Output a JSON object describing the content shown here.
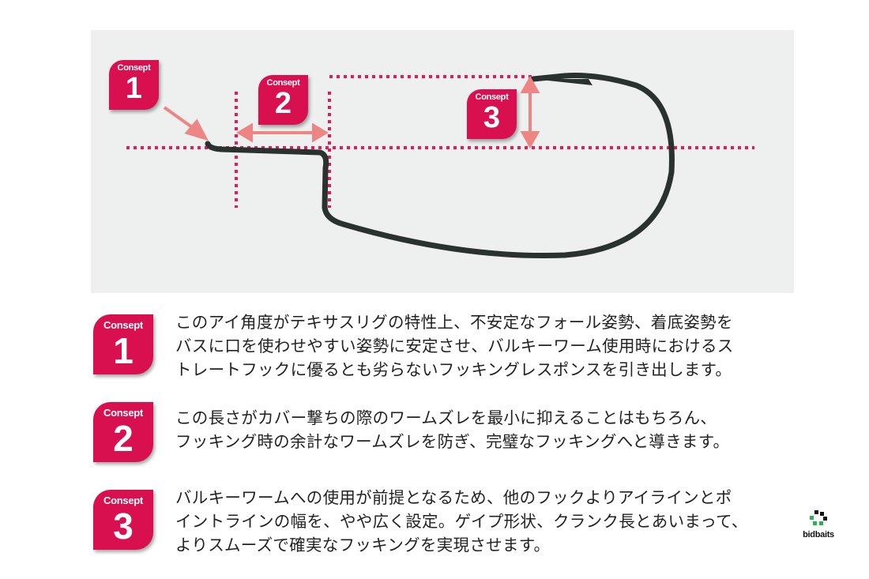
{
  "badge_keyword": "Consept",
  "diagram_badges": [
    "1",
    "2",
    "3"
  ],
  "concepts": [
    {
      "number": "1",
      "lines": [
        "このアイ角度がテキサスリグの特性上、不安定なフォール姿勢、着底姿勢を",
        "バスに口を使わせやすい姿勢に安定させ、バルキーワーム使用時におけるス",
        "トレートフックに優るとも劣らないフッキングレスポンスを引き出します。"
      ]
    },
    {
      "number": "2",
      "lines": [
        "この長さがカバー撃ちの際のワームズレを最小に抑えることはもちろん、",
        "フッキング時の余計なワームズレを防ぎ、完璧なフッキングへと導きます。"
      ]
    },
    {
      "number": "3",
      "lines": [
        "バルキーワームへの使用が前提となるため、他のフックよりアイラインとポ",
        "イントラインの幅を、やや広く設定。ゲイプ形状、クランク長とあいまって、",
        "よりスムーズで確実なフッキングを実現させます。"
      ]
    }
  ],
  "logo_text": "bidbaits",
  "colors": {
    "accent": "#d8104f",
    "arrow": "#ee8585",
    "photo_bg": "#eef0f0",
    "hook": "#2a3230"
  }
}
